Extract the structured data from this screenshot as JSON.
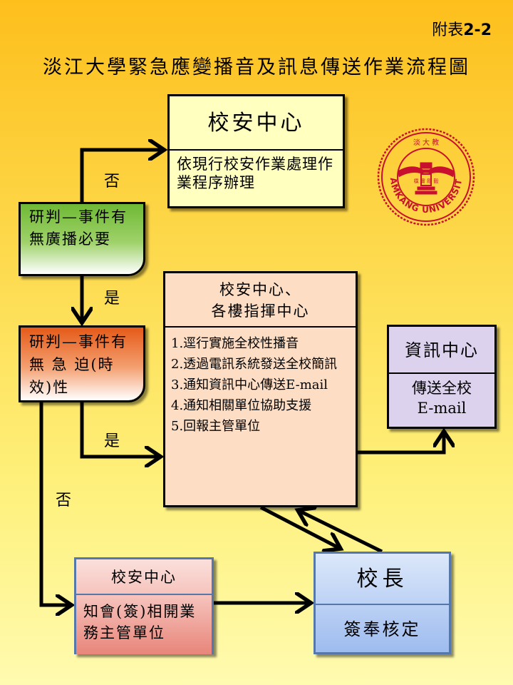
{
  "annex": {
    "prefix": "附表",
    "number": "2-2"
  },
  "title": "淡江大學緊急應變播音及訊息傳送作業流程圖",
  "boxes": {
    "security_top": {
      "title": "校安中心",
      "body": "依現行校安作業處理作業程序辦理"
    },
    "decision1": {
      "text": "研判—事件有無廣播必要"
    },
    "decision2": {
      "text": "研判—事件有 無 急 迫(時效)性"
    },
    "command": {
      "title_line1": "校安中心、",
      "title_line2": "各樓指揮中心",
      "steps": [
        "1.逕行實施全校性播音",
        "2.透過電訊系統發送全校簡訊",
        "3.通知資訊中心傳送E-mail",
        "4.通知相關單位協助支援",
        "5.回報主管單位"
      ]
    },
    "info_center": {
      "title": "資訊中心",
      "body_line1": "傳送全校",
      "body_line2": "E-mail"
    },
    "security_bottom": {
      "title": "校安中心",
      "body": "知會(簽)相開業務主管單位"
    },
    "president": {
      "title": "校長",
      "body": "簽奉核定"
    }
  },
  "labels": {
    "no1": "否",
    "yes1": "是",
    "yes2": "是",
    "no2": "否"
  },
  "seal": {
    "text": "TAMKANG UNIVERSITY",
    "top_chars": "淡 大 教",
    "center_chars": "樸 實 剛 毅",
    "color": "#c8102e"
  }
}
